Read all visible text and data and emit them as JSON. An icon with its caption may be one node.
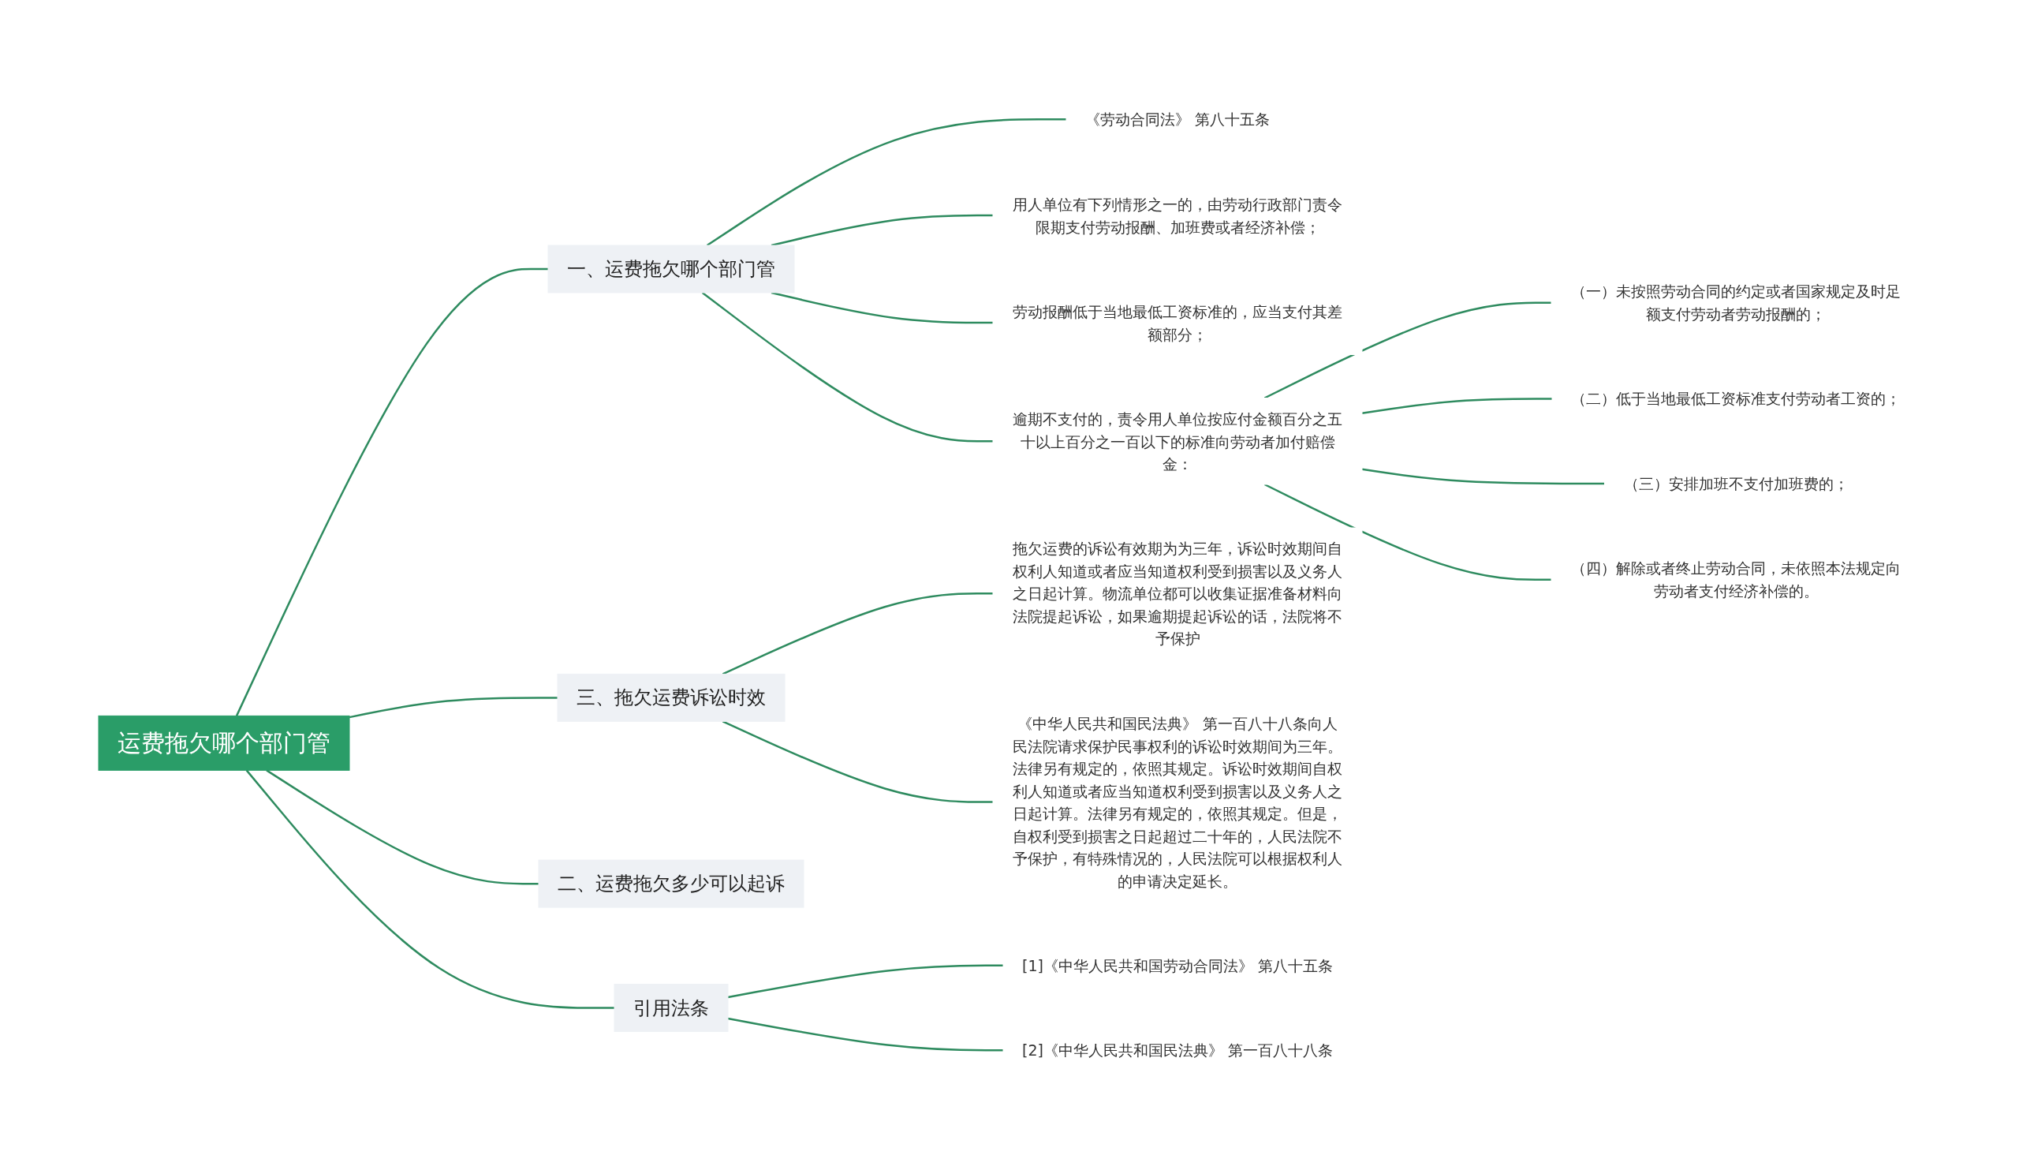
{
  "diagram": {
    "nodes": [
      {
        "text": [
          "运费拖欠哪个部门管"
        ]
      },
      {
        "text": [
          "一、运费拖欠哪个部门管"
        ]
      },
      {
        "text": [
          "《劳动合同法》 第八十五条"
        ]
      },
      {
        "text": [
          "用人单位有下列情形之一的，由劳动行政部门责令限期支付劳动报酬、加班费或者经济补偿；"
        ]
      },
      {
        "text": [
          "劳动报酬低于当地最低工资标准的，应当支付其差额部分；"
        ]
      },
      {
        "text": [
          "逾期不支付的，责令用人单位按应付金额百分之五十以上百分之一百以下的标准向劳动者加付赔偿金："
        ]
      },
      {
        "text": [
          "（一）未按照劳动合同的约定或者国家规定及时足额支付劳动者劳动报酬的；"
        ]
      },
      {
        "text": [
          "（二）低于当地最低工资标准支付劳动者工资的；"
        ]
      },
      {
        "text": [
          "（三）安排加班不支付加班费的；"
        ]
      },
      {
        "text": [
          "（四）解除或者终止劳动合同，未依照本法规定向劳动者支付经济补偿的。"
        ]
      },
      {
        "text": [
          "三、拖欠运费诉讼时效"
        ]
      },
      {
        "text": [
          "拖欠运费的诉讼有效期为为三年，诉讼时效期间自权利人知道或者应当知道权利受到损害以及义务人之日起计算。物流单位都可以收集证据准备材料向法院提起诉讼，如果逾期提起诉讼的话，法院将不予保护"
        ]
      },
      {
        "text": [
          "《中华人民共和国民法典》 第一百八十八条向人民法院请求保护民事权利的诉讼时效期间为三年。法律另有规定的，依照其规定。诉讼时效期间自权利人知道或者应当知道权利受到损害以及义务人之日起计算。法律另有规定的，依照其规定。但是，自权利受到损害之日起超过二十年的，人民法院不予保护，有特殊情况的，人民法院可以根据权利人的申请决定延长。"
        ]
      },
      {
        "text": [
          "二、运费拖欠多少可以起诉"
        ]
      },
      {
        "text": [
          "引用法条"
        ]
      },
      {
        "text": [
          "[1]《中华人民共和国劳动合同法》 第八十五条"
        ]
      },
      {
        "text": [
          "[2]《中华人民共和国民法典》 第一百八十八条"
        ]
      }
    ],
    "edges": [
      {
        "from": 0,
        "to": 1,
        "arrow": "none"
      },
      {
        "from": 1,
        "to": 2,
        "arrow": "none"
      },
      {
        "from": 1,
        "to": 3,
        "arrow": "none"
      },
      {
        "from": 1,
        "to": 4,
        "arrow": "none"
      },
      {
        "from": 1,
        "to": 5,
        "arrow": "none"
      },
      {
        "from": 5,
        "to": 6,
        "arrow": "none"
      },
      {
        "from": 5,
        "to": 7,
        "arrow": "none"
      },
      {
        "from": 5,
        "to": 8,
        "arrow": "none"
      },
      {
        "from": 5,
        "to": 9,
        "arrow": "none"
      },
      {
        "from": 0,
        "to": 10,
        "arrow": "none"
      },
      {
        "from": 10,
        "to": 11,
        "arrow": "none"
      },
      {
        "from": 10,
        "to": 12,
        "arrow": "none"
      },
      {
        "from": 0,
        "to": 13,
        "arrow": "none"
      },
      {
        "from": 0,
        "to": 14,
        "arrow": "none"
      },
      {
        "from": 14,
        "to": 15,
        "arrow": "none"
      },
      {
        "from": 14,
        "to": 16,
        "arrow": "none"
      }
    ]
  }
}
